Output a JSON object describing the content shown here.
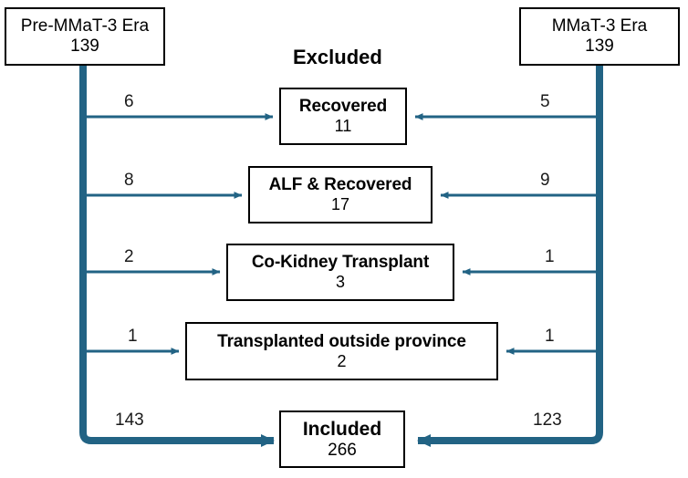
{
  "diagram": {
    "type": "flowchart",
    "heading": "Excluded",
    "accent_color": "#226384",
    "box_border_color": "#000000",
    "background": "#ffffff"
  },
  "sources": [
    {
      "id": "pre-era",
      "title": "Pre-MMaT-3 Era",
      "count": "139"
    },
    {
      "id": "post-era",
      "title": "MMaT-3 Era",
      "count": "139"
    }
  ],
  "excluded": [
    {
      "id": "recovered",
      "title": "Recovered",
      "count": "11",
      "left_count": "6",
      "right_count": "5"
    },
    {
      "id": "alf-recovered",
      "title": "ALF & Recovered",
      "count": "17",
      "left_count": "8",
      "right_count": "9"
    },
    {
      "id": "co-kidney",
      "title": "Co-Kidney Transplant",
      "count": "3",
      "left_count": "2",
      "right_count": "1"
    },
    {
      "id": "outside-prov",
      "title": "Transplanted outside province",
      "count": "2",
      "left_count": "1",
      "right_count": "1"
    }
  ],
  "included": {
    "title": "Included",
    "count": "266",
    "left_count": "143",
    "right_count": "123"
  }
}
